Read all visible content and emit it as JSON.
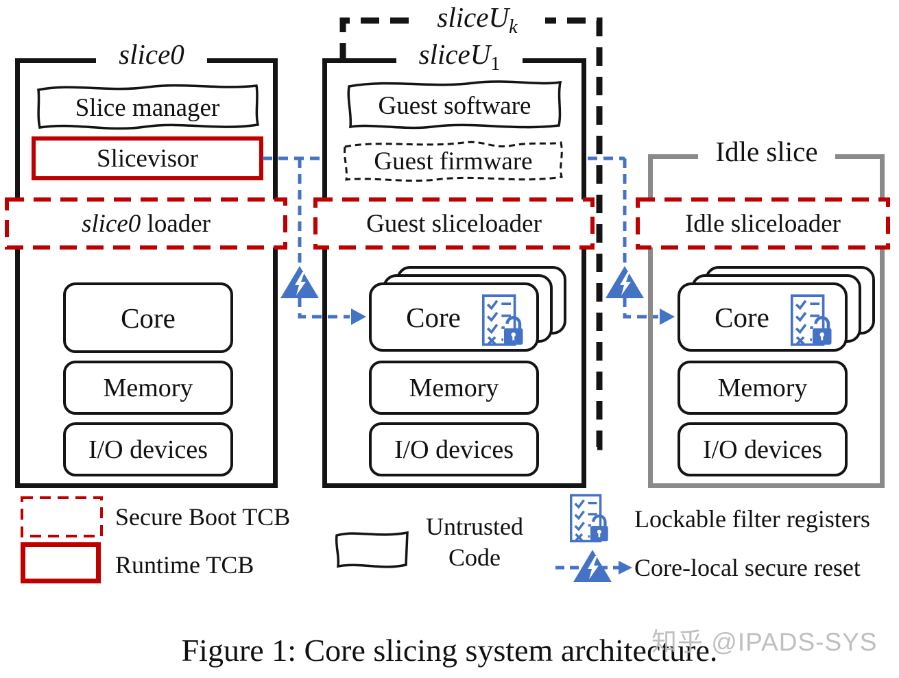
{
  "figure": {
    "caption": "Figure 1: Core slicing system architecture.",
    "watermark": "知乎 @IPADS-SYS"
  },
  "hw": {
    "core": "Core",
    "memory": "Memory",
    "io": "I/O devices"
  },
  "slices": {
    "slice0": {
      "title": "slice0",
      "slice_manager": "Slice manager",
      "slicevisor": "Slicevisor",
      "loader_prefix": "slice0",
      "loader_suffix": " loader"
    },
    "sliceUk": {
      "title_base": "sliceU",
      "title_sub": "k"
    },
    "sliceU1": {
      "title_base": "sliceU",
      "title_sub": "1",
      "guest_software": "Guest software",
      "guest_firmware": "Guest firmware",
      "loader": "Guest sliceloader"
    },
    "idle": {
      "title": "Idle slice",
      "loader": "Idle sliceloader"
    }
  },
  "legend": {
    "secure_boot": "Secure Boot TCB",
    "runtime": "Runtime TCB",
    "untrusted_line1": "Untrusted",
    "untrusted_line2": "Code",
    "lockable": "Lockable filter registers",
    "reset": "Core-local secure reset"
  },
  "colors": {
    "red": "#C00000",
    "blue": "#4472C4",
    "gray": "#8a8a8a",
    "black": "#141414"
  }
}
